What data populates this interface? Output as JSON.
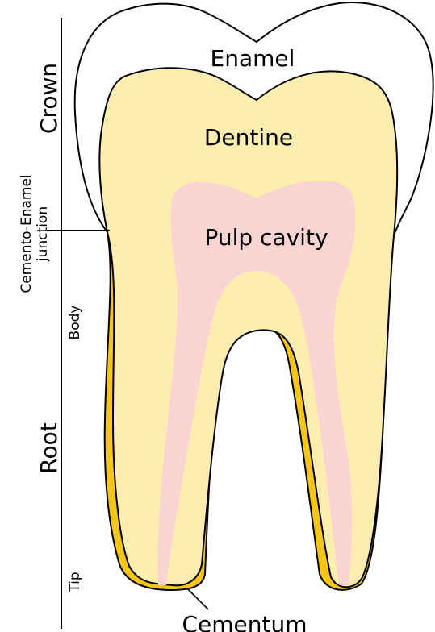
{
  "labels": {
    "enamel": "Enamel",
    "dentine": "Dentine",
    "pulp_cavity": "Pulp cavity",
    "cementum": "Cementum",
    "crown": "Crown",
    "root": "Root",
    "junction_line1": "Cemento-Enamel",
    "junction_line2": "junction",
    "body": "Body",
    "tip": "Tip"
  },
  "colors": {
    "enamel": "#ffffff",
    "dentine": "#fdeeaf",
    "pulp": "#fad4d2",
    "cementum": "#f5c518",
    "outline": "#000000"
  }
}
